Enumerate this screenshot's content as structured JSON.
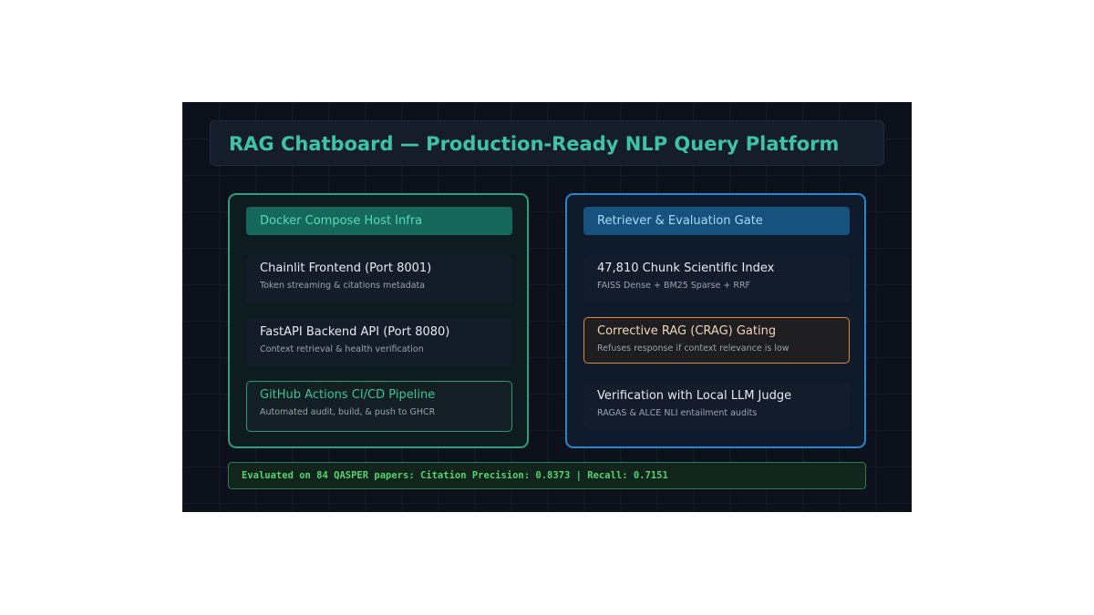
{
  "title": "RAG Chatboard — Production-Ready NLP Query Platform",
  "left_panel": {
    "header": "Docker Compose Host Infra",
    "cards": [
      {
        "title": "Chainlit Frontend (Port 8001)",
        "subtitle": "Token streaming & citations metadata"
      },
      {
        "title": "FastAPI Backend API (Port 8080)",
        "subtitle": "Context retrieval & health verification"
      },
      {
        "title": "GitHub Actions CI/CD Pipeline",
        "subtitle": "Automated audit, build, & push to GHCR"
      }
    ]
  },
  "right_panel": {
    "header": "Retriever & Evaluation Gate",
    "cards": [
      {
        "title": "47,810 Chunk Scientific Index",
        "subtitle": "FAISS Dense + BM25 Sparse + RRF"
      },
      {
        "title": "Corrective RAG (CRAG) Gating",
        "subtitle": "Refuses response if context relevance is low"
      },
      {
        "title": "Verification with Local LLM Judge",
        "subtitle": "RAGAS & ALCE NLI entailment audits"
      }
    ]
  },
  "footer": "Evaluated on 84 QASPER papers: Citation Precision: 0.8373 | Recall: 0.7151",
  "colors": {
    "background": "#0d111b",
    "title": "#3dc4a8",
    "left_border": "#2f9e7c",
    "right_border": "#2b86c9",
    "crag_border": "#e0883a",
    "footer_text": "#52d46e"
  }
}
